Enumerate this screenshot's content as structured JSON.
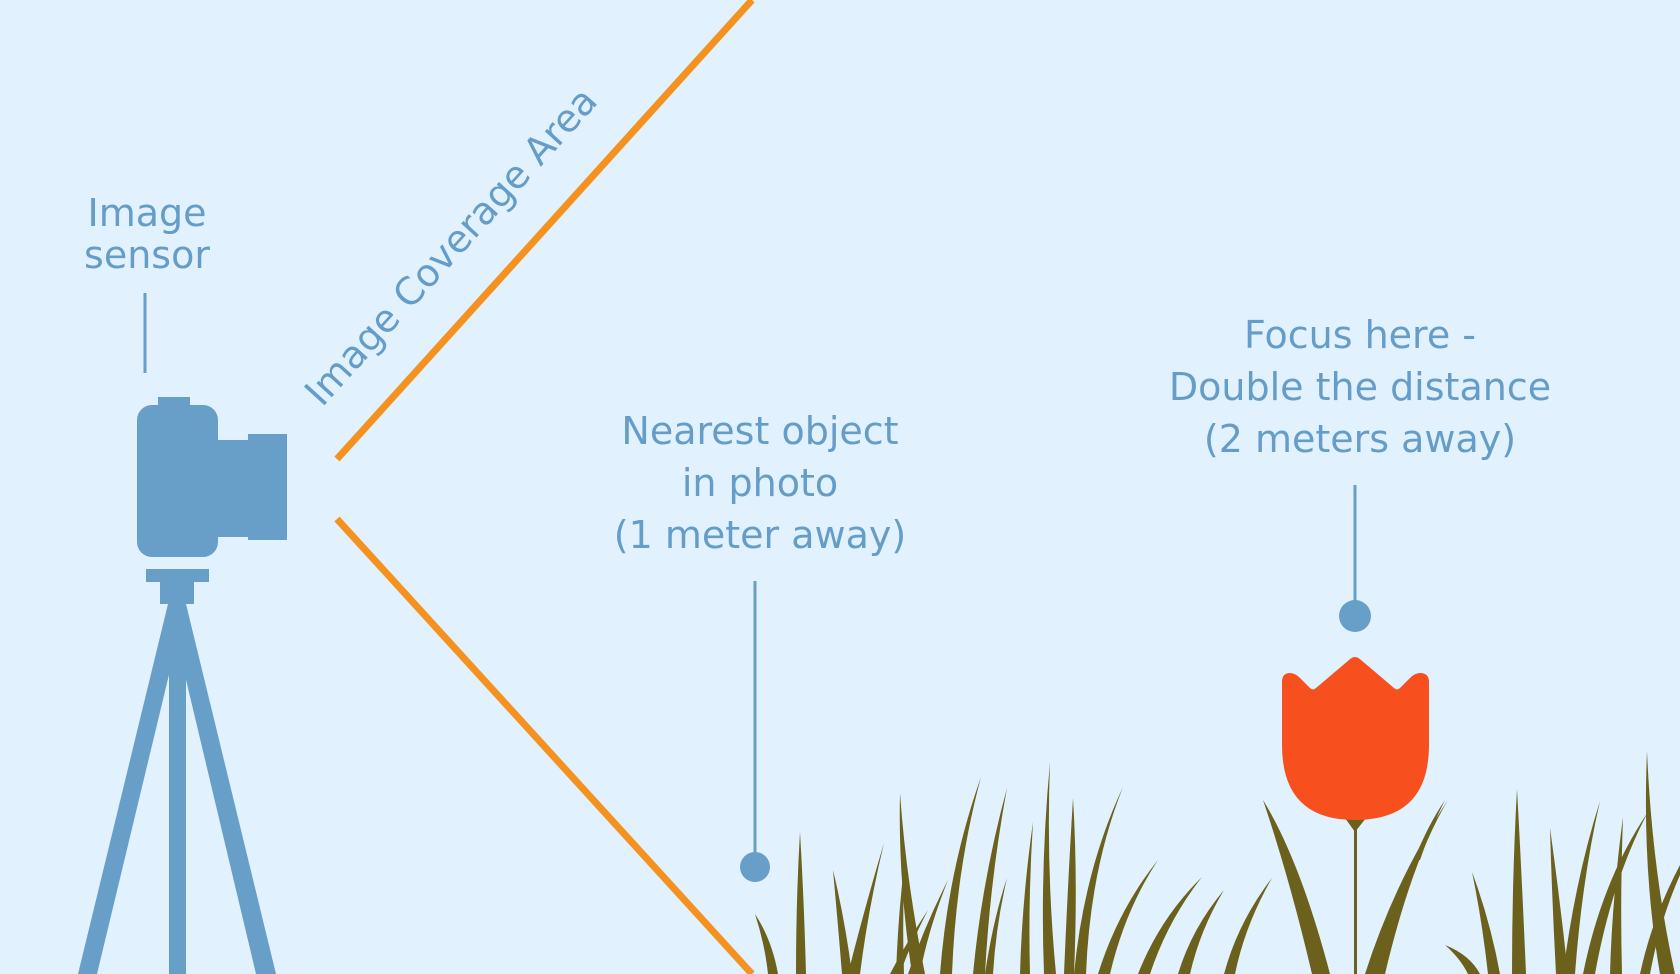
{
  "diagram": {
    "background": "#e1f1fd",
    "colors": {
      "accent_blue": "#679fc9",
      "coverage_orange": "#f5921f",
      "tulip_red": "#f84f1f",
      "grass_olive": "#6b611c"
    },
    "labels": {
      "image_sensor": {
        "line1": "Image",
        "line2": "sensor"
      },
      "coverage": "Image Coverage Area",
      "nearest": {
        "line1": "Nearest object",
        "line2": "in photo",
        "line3": "(1 meter away)"
      },
      "focus": {
        "line1": "Focus here -",
        "line2": "Double the distance",
        "line3": "(2 meters away)"
      }
    },
    "icons": [
      "camera-icon",
      "tripod-icon",
      "tulip-icon",
      "grass-icon"
    ]
  }
}
